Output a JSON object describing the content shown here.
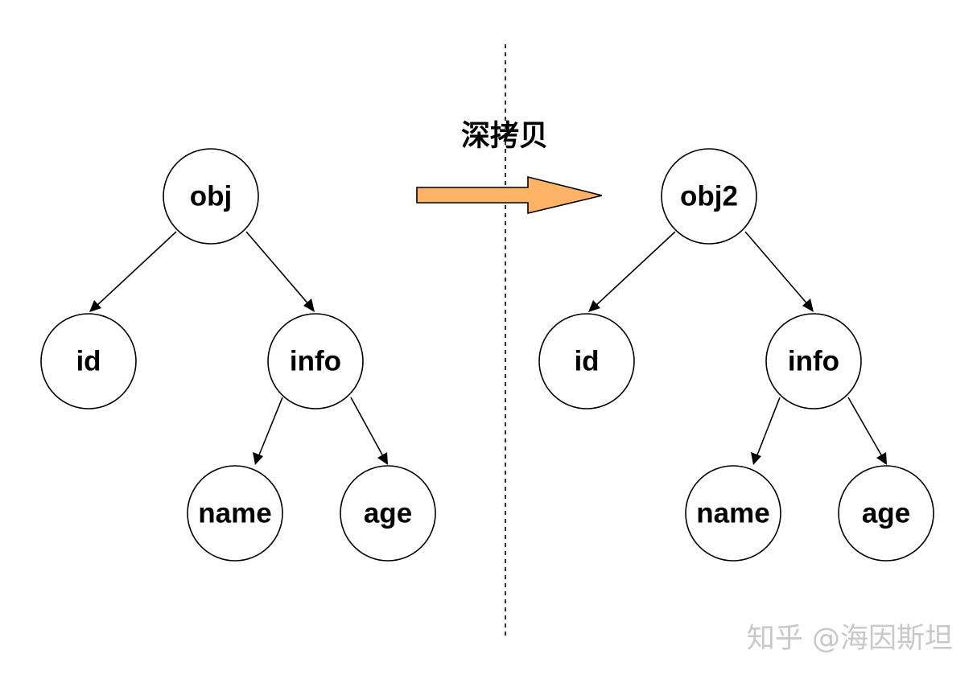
{
  "caption": "深拷贝",
  "watermark": "知乎 @海因斯坦",
  "colors": {
    "copy_arrow_fill": "#ffb366",
    "node_fill": "#ffffff",
    "stroke": "#000000"
  },
  "left_tree": {
    "root": "obj",
    "child_id": "id",
    "child_info": "info",
    "grandchild_name": "name",
    "grandchild_age": "age"
  },
  "right_tree": {
    "root": "obj2",
    "child_id": "id",
    "child_info": "info",
    "grandchild_name": "name",
    "grandchild_age": "age"
  }
}
